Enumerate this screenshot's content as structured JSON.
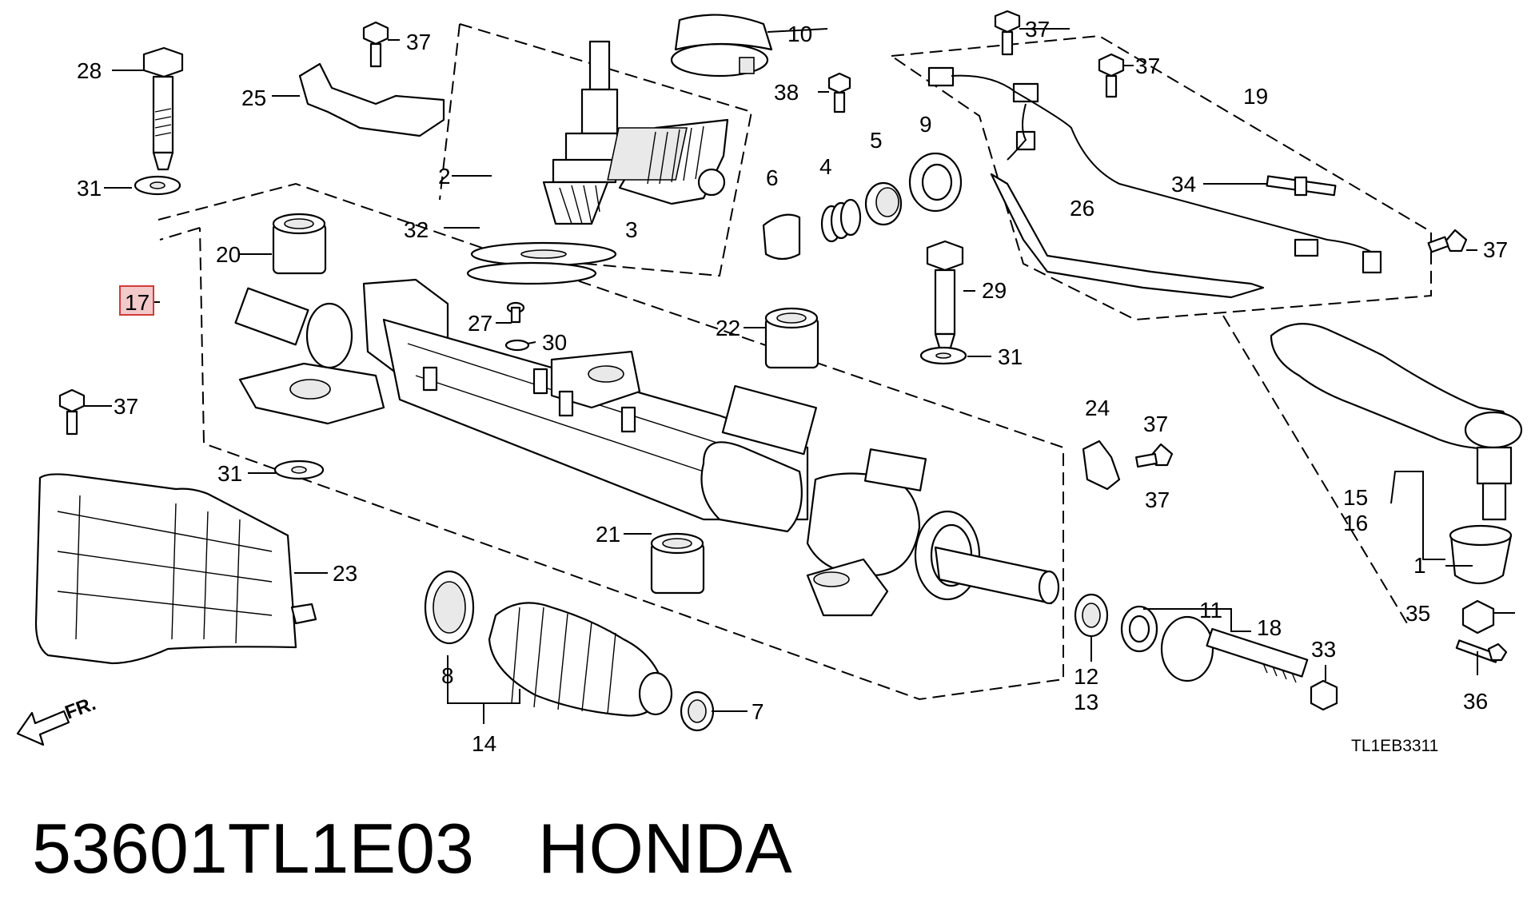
{
  "diagram": {
    "highlighted_part": "17",
    "part_labels": [
      "1",
      "2",
      "3",
      "4",
      "5",
      "6",
      "7",
      "8",
      "9",
      "10",
      "11",
      "12",
      "13",
      "14",
      "15",
      "16",
      "17",
      "18",
      "19",
      "20",
      "21",
      "22",
      "23",
      "24",
      "25",
      "26",
      "27",
      "28",
      "29",
      "30",
      "31",
      "31",
      "31",
      "32",
      "33",
      "34",
      "35",
      "36",
      "37",
      "37",
      "37",
      "37",
      "37",
      "37",
      "37",
      "38"
    ],
    "diagram_code": "TL1EB3311",
    "direction_indicator": "FR."
  },
  "caption": {
    "part_number": "53601TL1E03",
    "brand": "HONDA"
  }
}
